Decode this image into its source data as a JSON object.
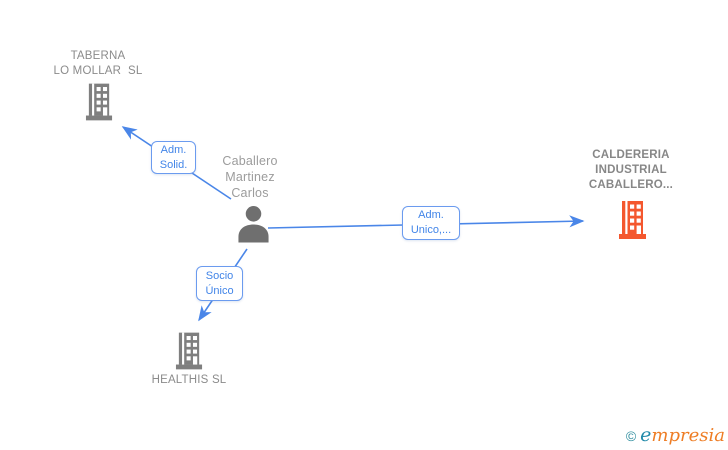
{
  "diagram": {
    "person": {
      "name": "Caballero\nMartinez\nCarlos"
    },
    "companies": {
      "taberna": {
        "name": "TABERNA\nLO MOLLAR  SL"
      },
      "caldereria": {
        "name": "CALDERERIA\nINDUSTRIAL\nCABALLERO..."
      },
      "healthis": {
        "name": "HEALTHIS SL"
      }
    },
    "edges": {
      "adm_solid": {
        "label": "Adm.\nSolid."
      },
      "adm_unico": {
        "label": "Adm.\nUnico,..."
      },
      "socio_unico": {
        "label": "Socio\nÚnico"
      }
    },
    "colors": {
      "edge_blue": "#4a86e8",
      "company_gray": "#7f7f7f",
      "company_orange": "#f4572e",
      "person_gray": "#6f6f6f"
    }
  },
  "footer": {
    "copyright_symbol": "©",
    "brand_first_letter": "e",
    "brand_rest": "mpresia"
  }
}
